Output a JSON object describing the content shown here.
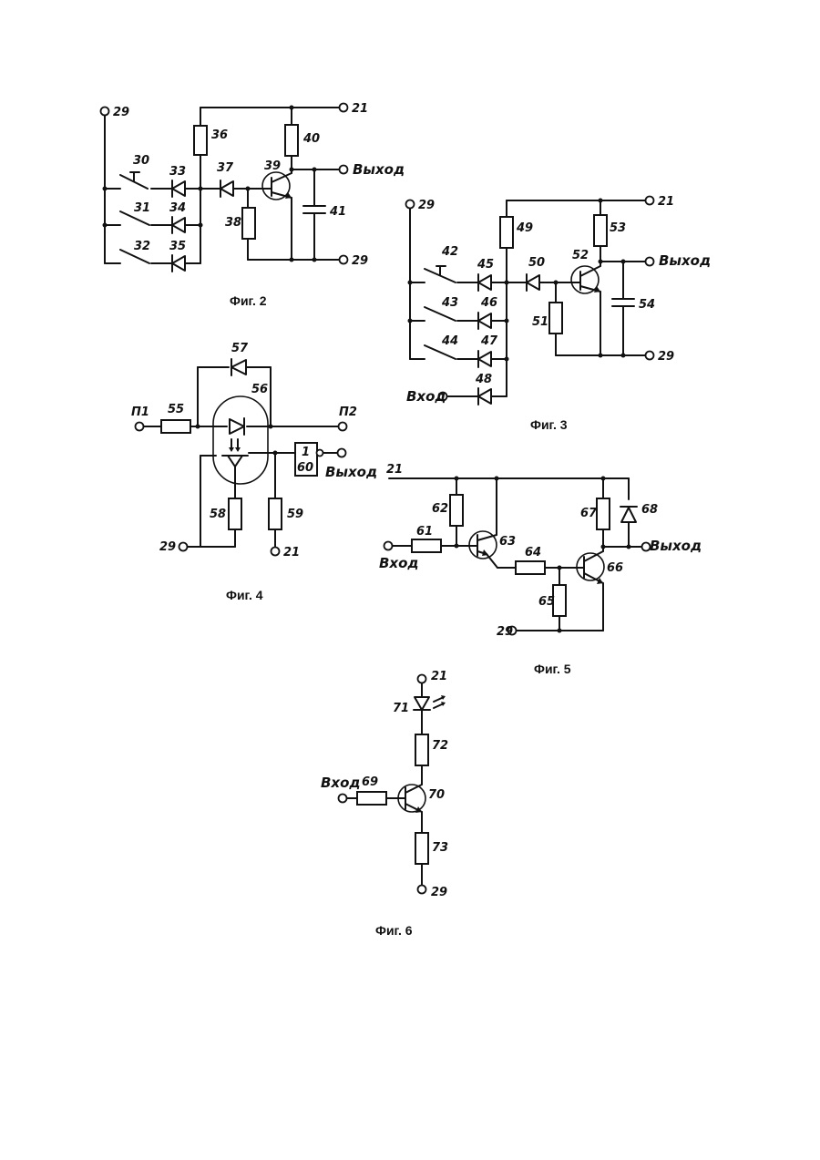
{
  "captions": {
    "fig2": "Фиг. 2",
    "fig3": "Фиг. 3",
    "fig4": "Фиг. 4",
    "fig5": "Фиг. 5",
    "fig6": "Фиг. 6"
  },
  "terms": {
    "vykhod": "Выход",
    "vykhod_alt": "Bыход",
    "vkhod": "Вход",
    "vkhod_alt": "Bход"
  },
  "fig2": {
    "n29a": "29",
    "n21": "21",
    "n29b": "29",
    "n30": "30",
    "n31": "31",
    "n32": "32",
    "n33": "33",
    "n34": "34",
    "n35": "35",
    "n36": "36",
    "n37": "37",
    "n38": "38",
    "n39": "39",
    "n40": "40",
    "n41": "41"
  },
  "fig3": {
    "n29a": "29",
    "n21": "21",
    "n29b": "29",
    "n42": "42",
    "n43": "43",
    "n44": "44",
    "n45": "45",
    "n46": "46",
    "n47": "47",
    "n48": "48",
    "n49": "49",
    "n50": "50",
    "n51": "51",
    "n52": "52",
    "n53": "53",
    "n54": "54"
  },
  "fig4": {
    "p1": "П1",
    "p2": "П2",
    "n55": "55",
    "n56": "56",
    "n57": "57",
    "n58": "58",
    "n59": "59",
    "gate_top": "1",
    "gate_bottom": "60",
    "n29": "29",
    "n21": "21"
  },
  "fig5": {
    "n21": "21",
    "n29": "29",
    "n61": "61",
    "n62": "62",
    "n63": "63",
    "n64": "64",
    "n65": "65",
    "n66": "66",
    "n67": "67",
    "n68": "68"
  },
  "fig6": {
    "n21": "21",
    "n29": "29",
    "n69": "69",
    "n70": "70",
    "n71": "71",
    "n72": "72",
    "n73": "73"
  }
}
